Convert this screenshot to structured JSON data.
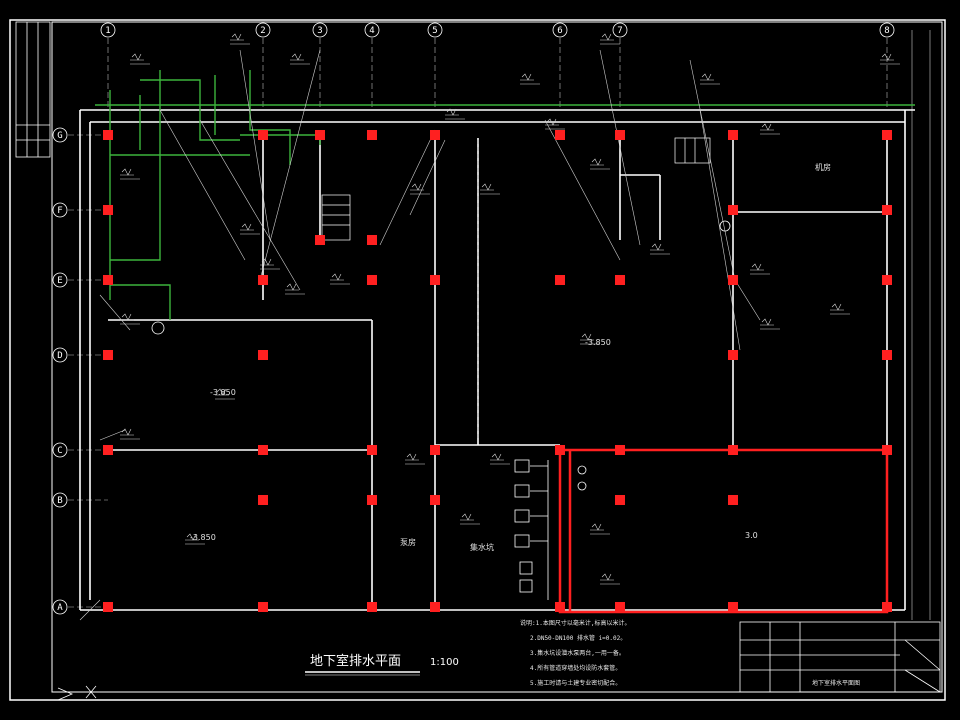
{
  "plan": {
    "title": "地下室排水平面",
    "scale": "1:100",
    "columns": [
      "1",
      "2",
      "3",
      "4",
      "5",
      "6",
      "7",
      "8"
    ],
    "rows": [
      "G",
      "F",
      "E",
      "D",
      "C",
      "B",
      "A"
    ],
    "colors": {
      "background": "#000000",
      "border": "#ffffff",
      "wall": "#ffffff",
      "column": "#ff2020",
      "highlight": "#ff2020",
      "pipe_green": "#3cb43c",
      "annotation": "#e8e8e8"
    },
    "room_labels": [
      "-3.850",
      "-3.850",
      "-3.850",
      "泵房",
      "集水坑",
      "机房",
      "3.0"
    ],
    "notes": [
      "说明:1.本图尺寸以毫米计,标高以米计。",
      "2.DN50-DN100 排水管 i=0.02。",
      "3.集水坑设潜水泵两台,一用一备。",
      "4.所有管道穿墙处均设防水套管。",
      "5.施工时请与土建专业密切配合。"
    ],
    "title_block": {
      "drawing_name": "地下室排水平面图"
    }
  }
}
